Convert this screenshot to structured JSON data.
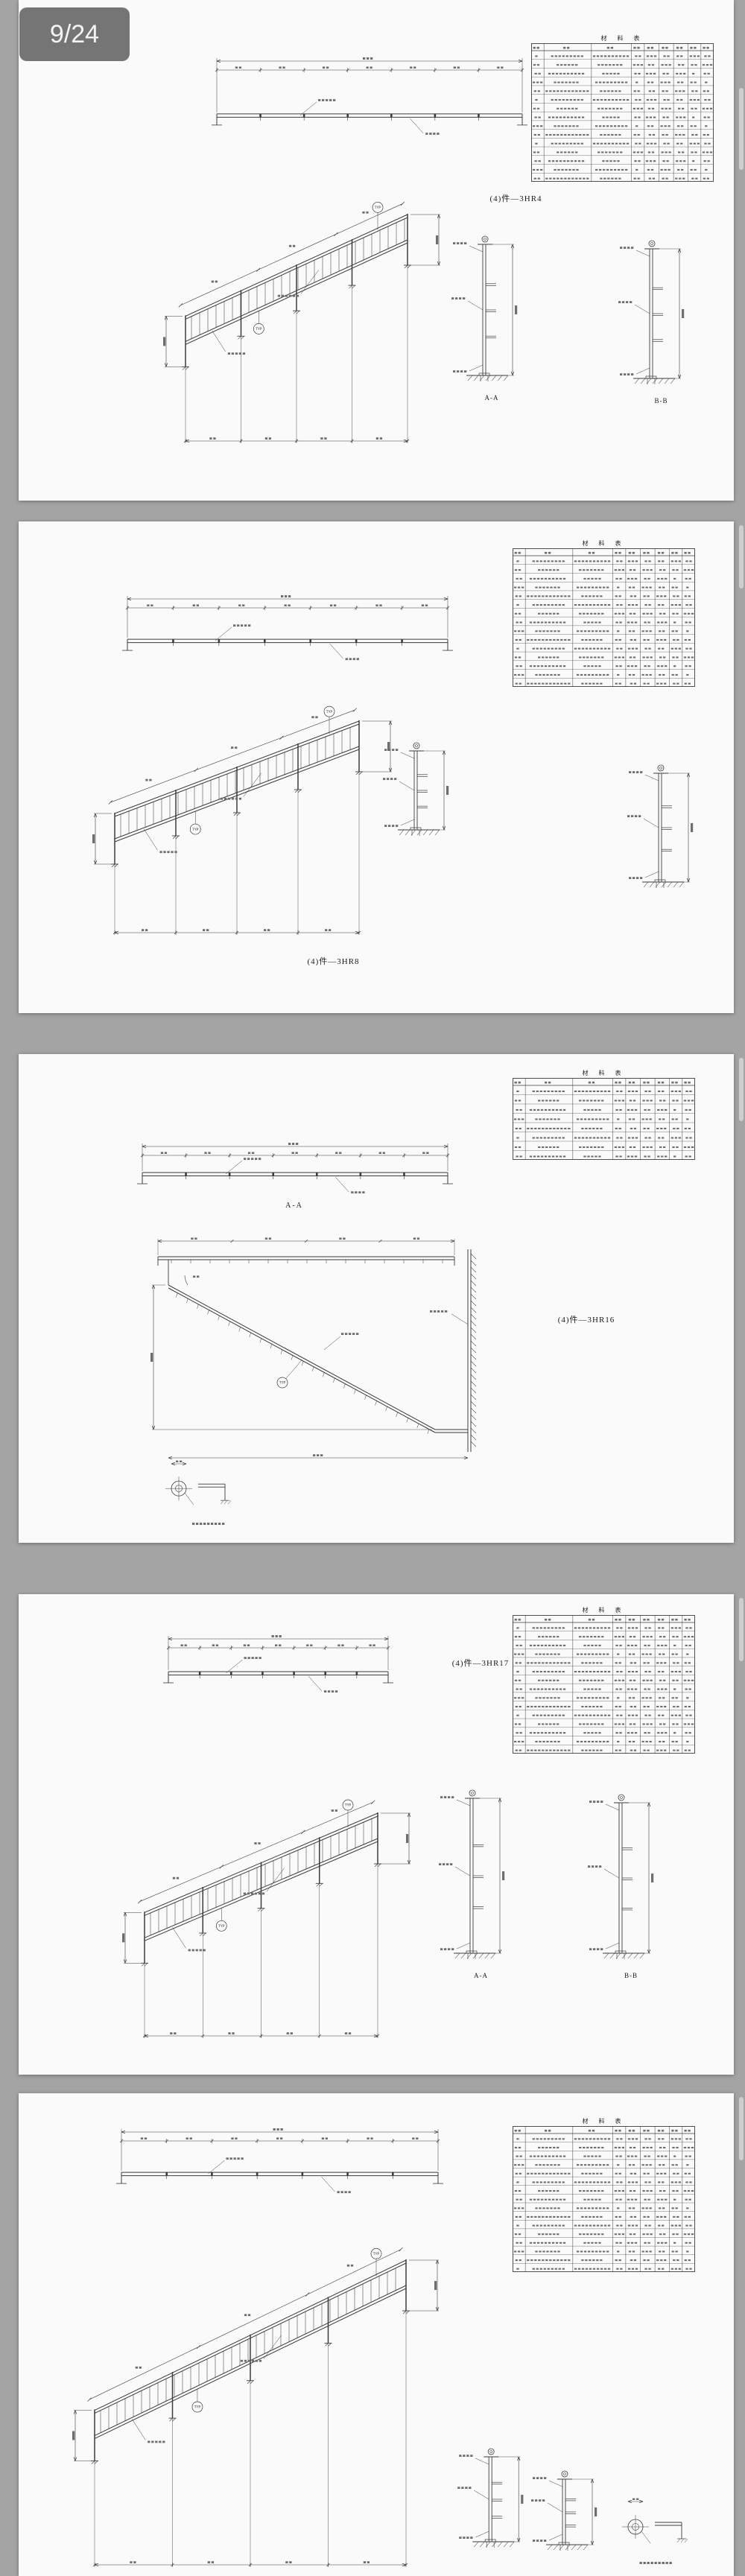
{
  "viewer": {
    "page_indicator": "9/24"
  },
  "typ_label": "TYP",
  "pages": [
    {
      "label": "(4)件—3HR4",
      "table_title": "材 料 表",
      "section_labels": [
        "A-A",
        "B-B"
      ]
    },
    {
      "label": "(4)件—3HR8",
      "table_title": "材 料 表"
    },
    {
      "label": "(4)件—3HR16",
      "table_title": "材 料 表",
      "plan_label": "A-A"
    },
    {
      "label": "(4)件—3HR17",
      "table_title": "材 料 表",
      "section_labels": [
        "A-A",
        "B-B"
      ]
    },
    {
      "table_title": "材 料 表"
    }
  ]
}
